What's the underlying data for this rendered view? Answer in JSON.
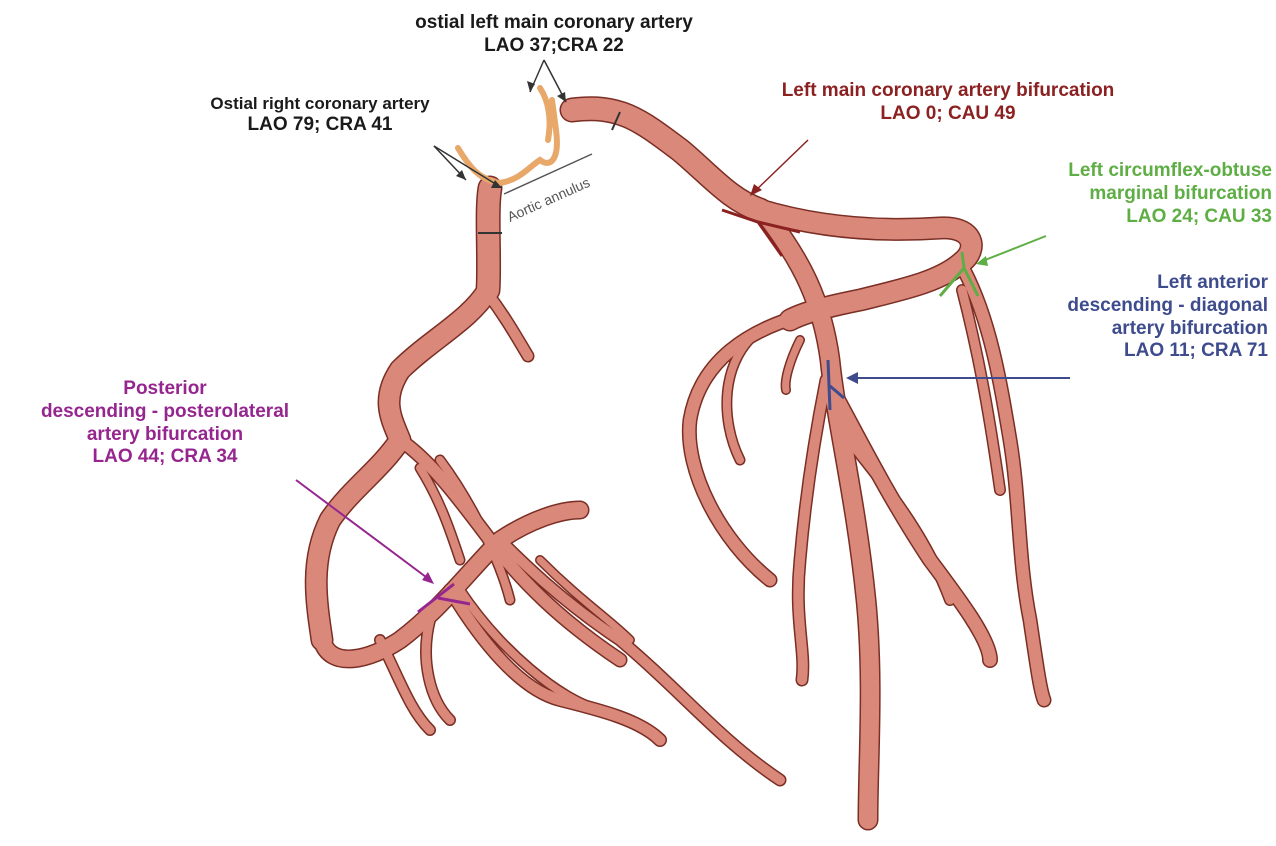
{
  "labels": {
    "lmca_ostial": {
      "name": "ostial left main coronary artery",
      "angle": "LAO 37;CRA 22"
    },
    "rca_ostial": {
      "name": "Ostial right coronary artery",
      "angle": "LAO 79; CRA 41"
    },
    "aortic": {
      "name": "Aortic annulus"
    },
    "lmca_bif": {
      "name": "Left main coronary artery bifurcation",
      "angle": "LAO 0; CAU 49"
    },
    "lcx_om": {
      "line1": "Left circumflex-obtuse",
      "line2": "marginal bifurcation",
      "angle": "LAO 24; CAU 33"
    },
    "lad_diag": {
      "line1": "Left anterior",
      "line2": "descending - diagonal",
      "line3": "artery bifurcation",
      "angle": "LAO 11; CRA 71"
    },
    "pd_pl": {
      "line1": "Posterior",
      "line2": "descending - posterolateral",
      "line3": "artery bifurcation",
      "angle": "LAO 44; CRA 34"
    }
  },
  "colors": {
    "artery_fill": "#d9887a",
    "artery_stroke": "#7a2e24",
    "annulus": "#e8a86a",
    "black": "#1a1a1a",
    "maroon": "#8c2121",
    "green": "#5fae45",
    "blue": "#3e4c8e",
    "purple": "#96268f"
  }
}
